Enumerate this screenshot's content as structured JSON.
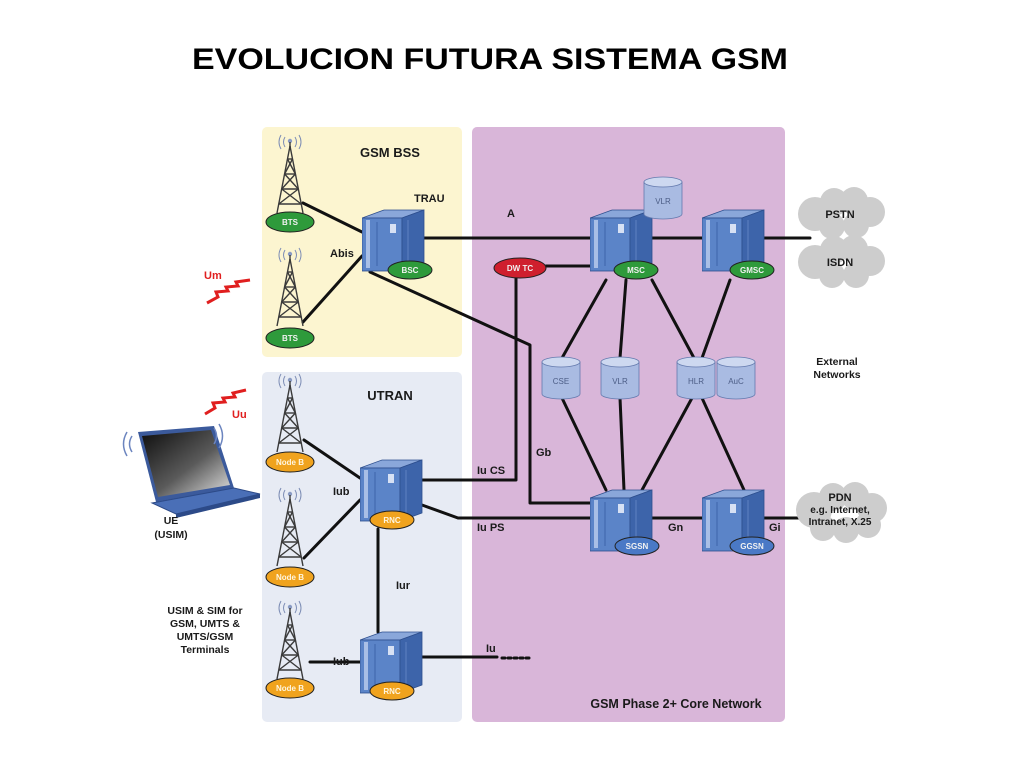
{
  "title": "EVOLUCION FUTURA SISTEMA GSM",
  "regions": {
    "gsm_bss": "GSM BSS",
    "utran": "UTRAN",
    "core_network": "GSM Phase 2+ Core Network"
  },
  "access_nodes": {
    "bts_1": "BTS",
    "bts_2": "BTS",
    "bsc": "BSC",
    "node_b_1": "Node B",
    "node_b_2": "Node B",
    "node_b_3": "Node B",
    "rnc_1": "RNC",
    "rnc_2": "RNC"
  },
  "core_nodes": {
    "msc": "MSC",
    "gmsc": "GMSC",
    "sgsn": "SGSN",
    "ggsn": "GGSN",
    "transcoder": "DW TC",
    "vlr_top": "VLR",
    "cse": "CSE",
    "vlr": "VLR",
    "hlr": "HLR",
    "auc": "AuC"
  },
  "interfaces": {
    "trau": "TRAU",
    "a": "A",
    "abis": "Abis",
    "um": "Um",
    "uu": "Uu",
    "iub_1": "Iub",
    "iub_2": "Iub",
    "iu_cs": "Iu CS",
    "iu_ps": "Iu PS",
    "gb": "Gb",
    "gn": "Gn",
    "gi": "Gi",
    "iur": "Iur",
    "iu": "Iu"
  },
  "external_networks": {
    "pstn": "PSTN",
    "isdn": "ISDN",
    "caption": [
      "External",
      "Networks"
    ],
    "pdn": [
      "PDN",
      "e.g. Internet,",
      "Intranet, X.25"
    ]
  },
  "terminal": {
    "ue": [
      "UE",
      "(USIM)"
    ],
    "note": [
      "USIM & SIM for",
      "GSM, UMTS &",
      "UMTS/GSM",
      "Terminals"
    ]
  },
  "colors": {
    "gsm_bss_region": "#fcf5d0",
    "utran_region": "#e7ebf4",
    "core_region": "#d9b6d9",
    "gsm_node": "#2e9a3b",
    "utran_node": "#f0a31e",
    "gprs_node": "#4a79c6",
    "transcoder_node": "#cf1f2d",
    "air_interface": "#e01f1f"
  },
  "icons": [
    "antenna-tower-icon",
    "server-icon",
    "database-icon",
    "laptop-icon",
    "cloud-icon"
  ]
}
